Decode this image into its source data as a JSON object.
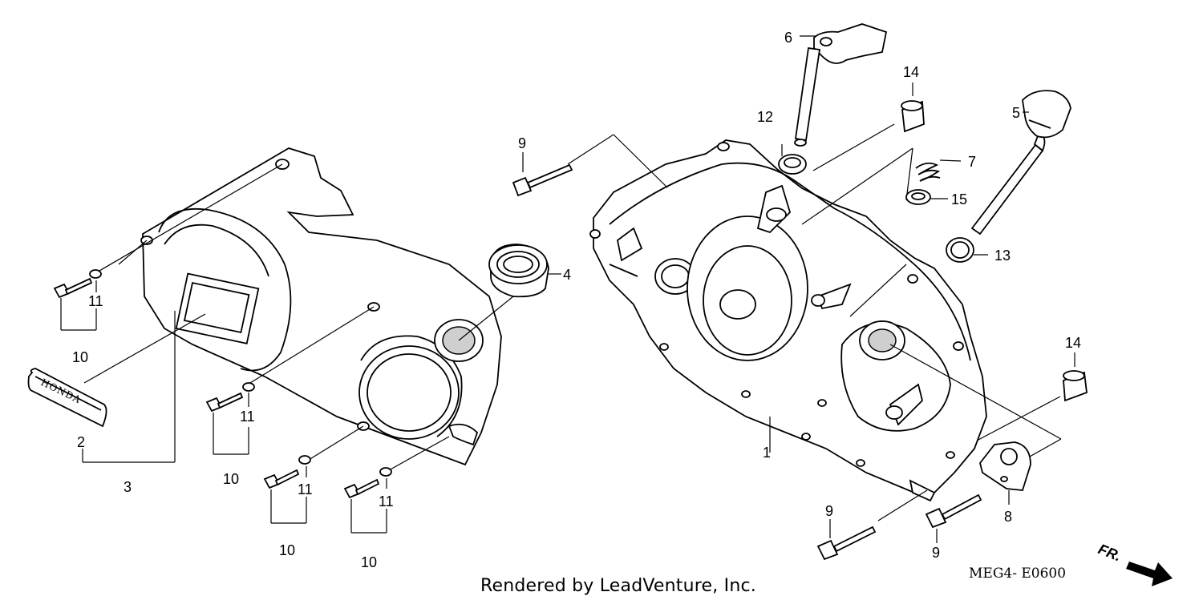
{
  "diagram": {
    "callouts": {
      "p1": "1",
      "p2": "2",
      "p3": "3",
      "p4": "4",
      "p5": "5",
      "p6": "6",
      "p7": "7",
      "p8": "8",
      "p9_top": "9",
      "p9_bl": "9",
      "p9_br": "9",
      "p10_a": "10",
      "p10_b": "10",
      "p10_c": "10",
      "p10_d": "10",
      "p11_a": "11",
      "p11_b": "11",
      "p11_c": "11",
      "p11_d": "11",
      "p12": "12",
      "p13": "13",
      "p14_top": "14",
      "p14_bot": "14",
      "p15": "15"
    },
    "emblem_text": "HONDA",
    "diagram_code": "MEG4- E0600",
    "front_marker": "FR.",
    "footer": "Rendered by LeadVenture, Inc."
  }
}
